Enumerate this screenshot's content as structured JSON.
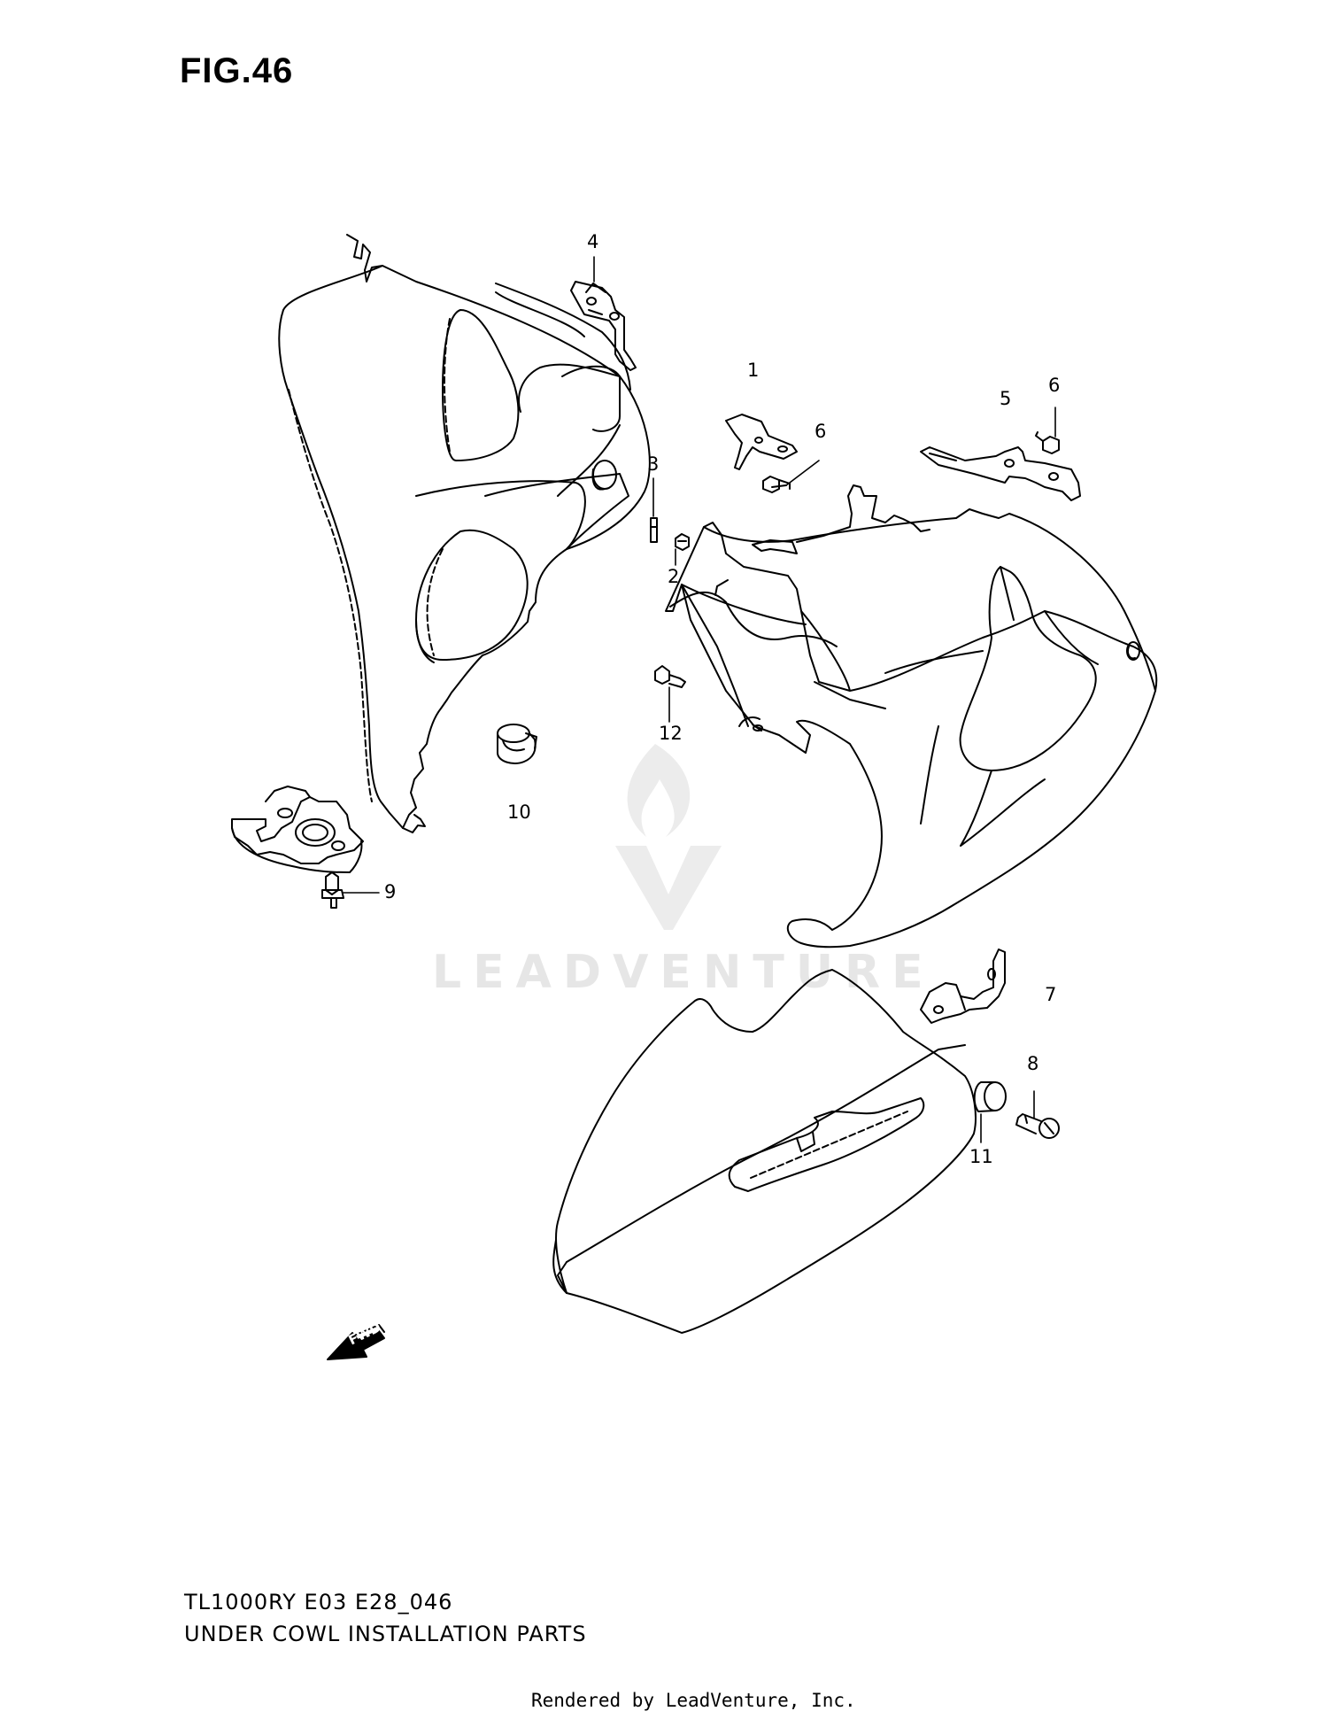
{
  "figure": {
    "title": "FIG.46"
  },
  "callouts": [
    {
      "id": "1",
      "label": "1"
    },
    {
      "id": "2",
      "label": "2"
    },
    {
      "id": "3",
      "label": "3"
    },
    {
      "id": "4",
      "label": "4"
    },
    {
      "id": "5",
      "label": "5"
    },
    {
      "id": "6a",
      "label": "6"
    },
    {
      "id": "6b",
      "label": "6"
    },
    {
      "id": "7",
      "label": "7"
    },
    {
      "id": "8",
      "label": "8"
    },
    {
      "id": "9",
      "label": "9"
    },
    {
      "id": "10",
      "label": "10"
    },
    {
      "id": "11",
      "label": "11"
    },
    {
      "id": "12",
      "label": "12"
    }
  ],
  "direction_marker": {
    "label": "FWD"
  },
  "watermark": {
    "text": "LEADVENTURE"
  },
  "footer": {
    "model": "TL1000RY E03 E28_046",
    "description": "UNDER COWL INSTALLATION PARTS",
    "rendered_by": "Rendered by LeadVenture, Inc."
  }
}
